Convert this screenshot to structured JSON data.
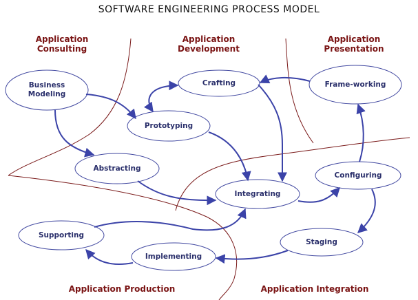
{
  "title": "SOFTWARE ENGINEERING PROCESS MODEL",
  "regions": {
    "consulting": [
      "Application",
      "Consulting"
    ],
    "development": [
      "Application",
      "Development"
    ],
    "presentation": [
      "Application",
      "Presentation"
    ],
    "production": "Application Production",
    "integration": "Application Integration"
  },
  "nodes": {
    "business_modeling": [
      "Business",
      "Modeling"
    ],
    "crafting": "Crafting",
    "framework": "Frame-working",
    "prototyping": "Prototyping",
    "abstracting": "Abstracting",
    "integrating": "Integrating",
    "configuring": "Configuring",
    "supporting": "Supporting",
    "staging": "Staging",
    "implementing": "Implementing"
  },
  "colors": {
    "node_stroke": "#4148a0",
    "arrow": "#3b43a8",
    "boundary": "#7a1a1a",
    "region_text": "#7a1414"
  }
}
